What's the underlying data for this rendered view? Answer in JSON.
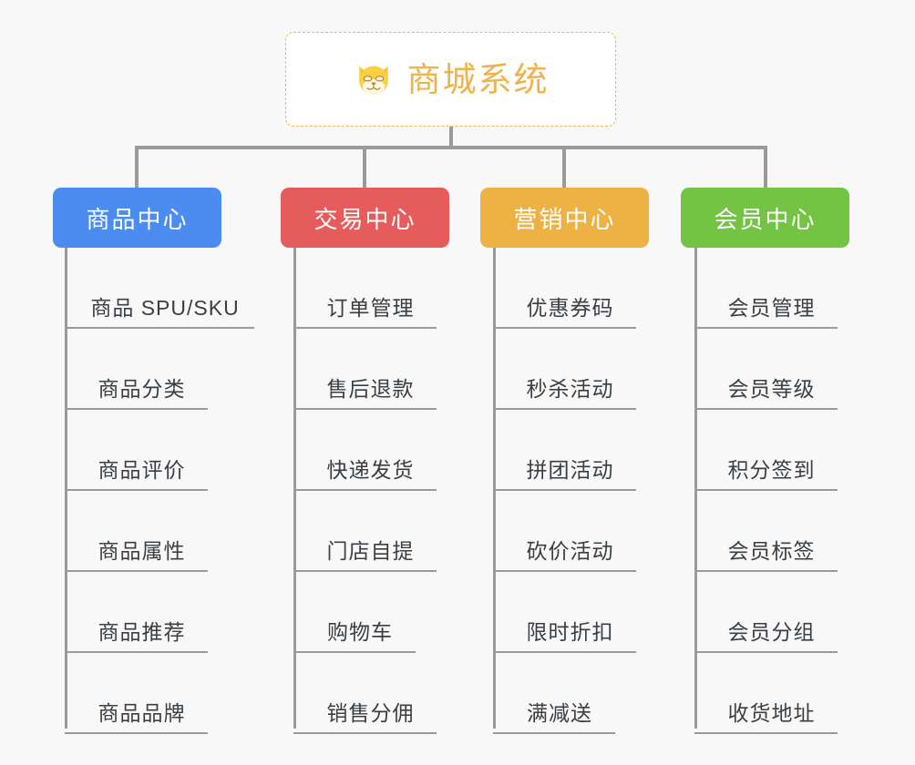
{
  "diagram": {
    "title": "商城系统",
    "root_icon": "shiba-dog-face-icon",
    "background_color": "#f8f8f8",
    "root": {
      "label": "商城系统",
      "border_color": "#eeb84a",
      "text_color": "#efb34c",
      "background_color": "#ffffff"
    },
    "connector_color": "#9a9a9a",
    "columns": [
      {
        "header": "商品中心",
        "color": "#4a8cf0",
        "items": [
          "商品 SPU/SKU",
          "商品分类",
          "商品评价",
          "商品属性",
          "商品推荐",
          "商品品牌"
        ]
      },
      {
        "header": "交易中心",
        "color": "#e65c5c",
        "items": [
          "订单管理",
          "售后退款",
          "快递发货",
          "门店自提",
          "购物车",
          "销售分佣"
        ]
      },
      {
        "header": "营销中心",
        "color": "#eeb144",
        "items": [
          "优惠券码",
          "秒杀活动",
          "拼团活动",
          "砍价活动",
          "限时折扣",
          "满减送"
        ]
      },
      {
        "header": "会员中心",
        "color": "#74c344",
        "items": [
          "会员管理",
          "会员等级",
          "积分签到",
          "会员标签",
          "会员分组",
          "收货地址"
        ]
      }
    ]
  }
}
